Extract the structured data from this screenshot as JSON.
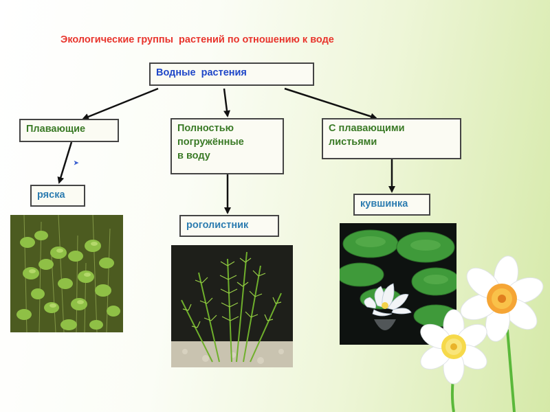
{
  "title": "Экологические группы  растений по отношению к воде",
  "root": {
    "label": "Водные  растения"
  },
  "groups": [
    {
      "label": "Плавающие"
    },
    {
      "label": "Полностью погружённые в воду",
      "lines": [
        "Полностью",
        "погружённые",
        "в воду"
      ]
    },
    {
      "label": "С плавающими листьями",
      "lines": [
        "С плавающими",
        "листьями"
      ]
    }
  ],
  "examples": [
    {
      "label": "ряска"
    },
    {
      "label": "роголистник"
    },
    {
      "label": "кувшинка"
    }
  ],
  "photos": [
    {
      "icon": "duckweed-photo"
    },
    {
      "icon": "hornwort-photo"
    },
    {
      "icon": "water-lily-photo"
    }
  ],
  "decoration": {
    "icon": "narcissus-flowers"
  },
  "colors": {
    "title": "#e8342c",
    "root_text": "#1e46c8",
    "group_text": "#3a7a26",
    "example_text": "#2c7cb0"
  }
}
